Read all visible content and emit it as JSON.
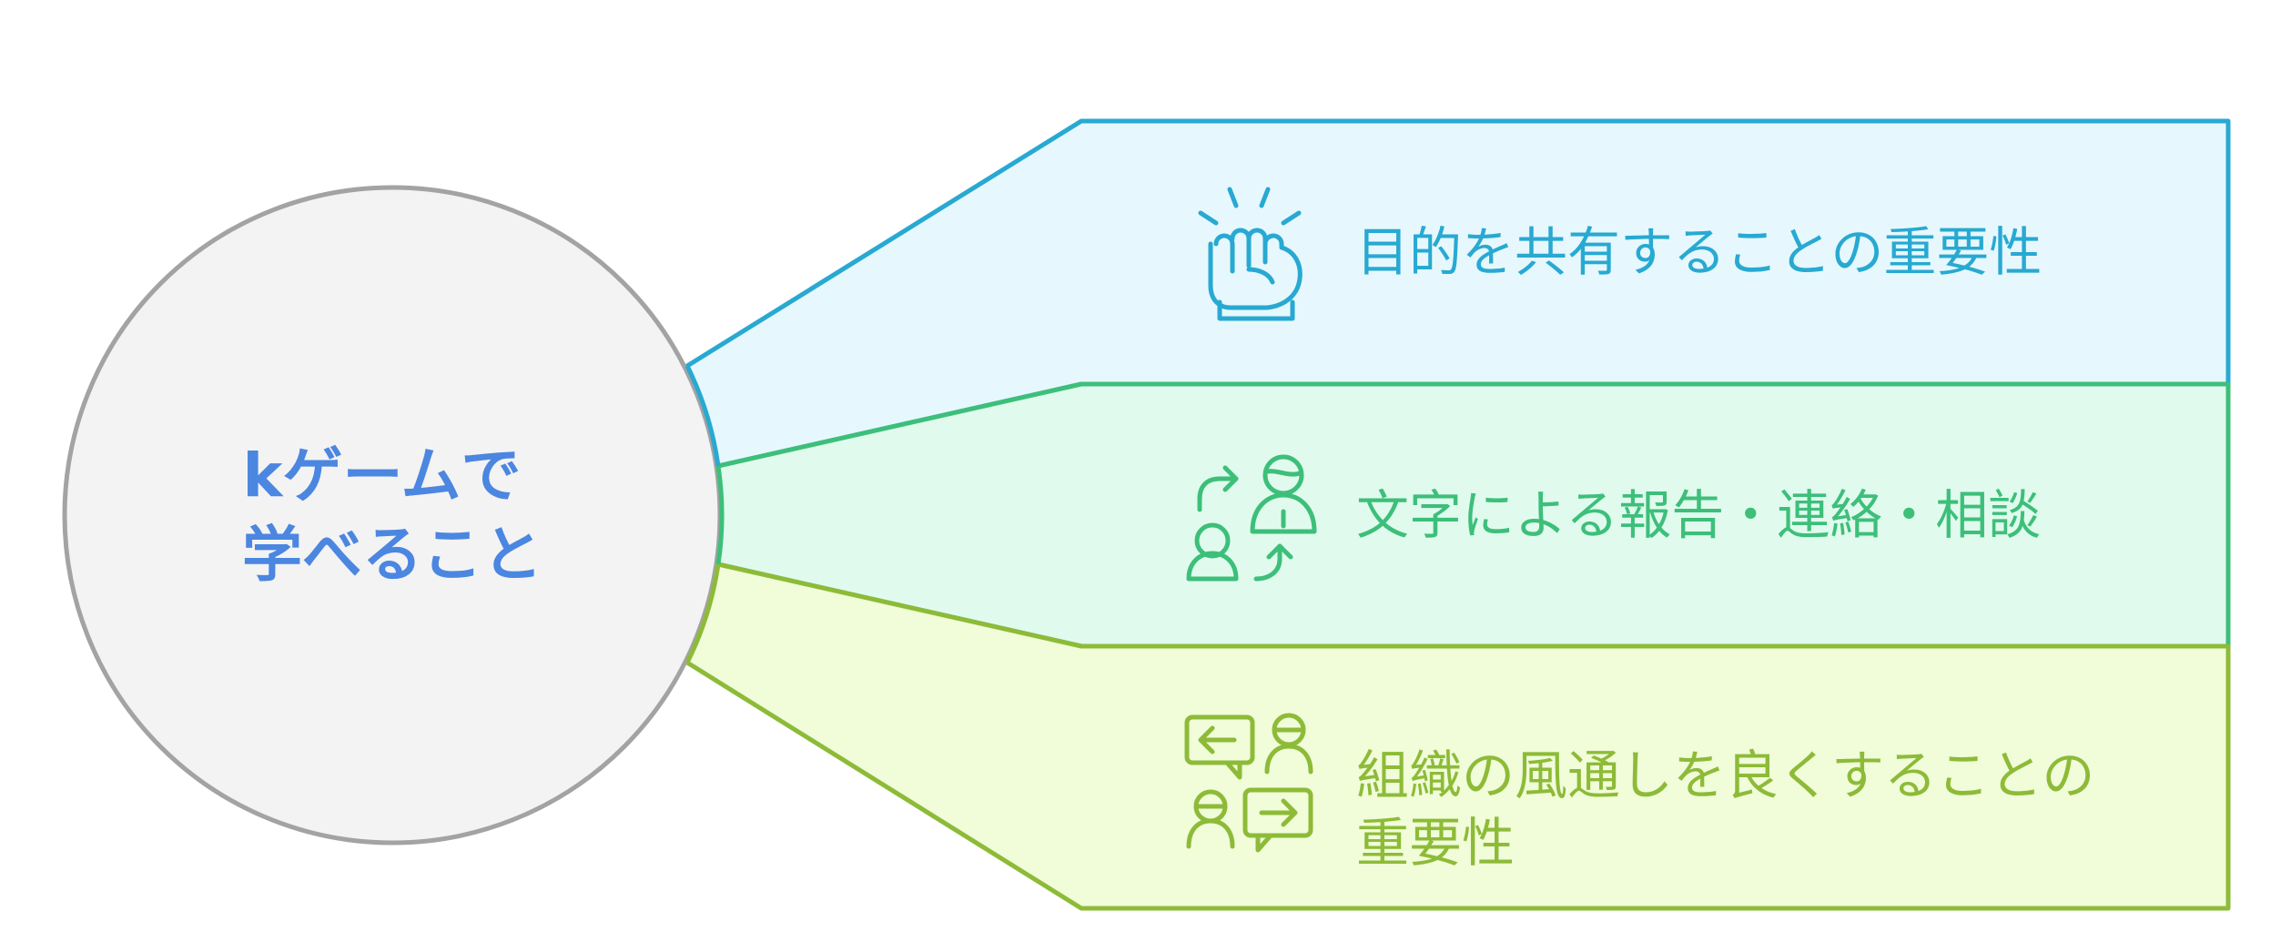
{
  "hub": {
    "title_lines": [
      "kゲームで",
      "学べること"
    ]
  },
  "items": [
    {
      "label_lines": [
        "目的を共有することの重要性"
      ],
      "icon": "raised-fist-icon",
      "color": "#28a9d2",
      "fill": "#e6f8fd"
    },
    {
      "label_lines": [
        "文字による報告・連絡・相談"
      ],
      "icon": "people-exchange-icon",
      "color": "#3dbf7a",
      "fill": "#e0fbee"
    },
    {
      "label_lines": [
        "組織の風通しを良くすることの",
        "重要性"
      ],
      "icon": "conversation-icon",
      "color": "#8dbb38",
      "fill": "#f1fcd9"
    }
  ],
  "colors": {
    "hub_fill": "#f3f3f3",
    "hub_stroke": "#a3a3a3",
    "hub_text": "#4b86e1"
  }
}
